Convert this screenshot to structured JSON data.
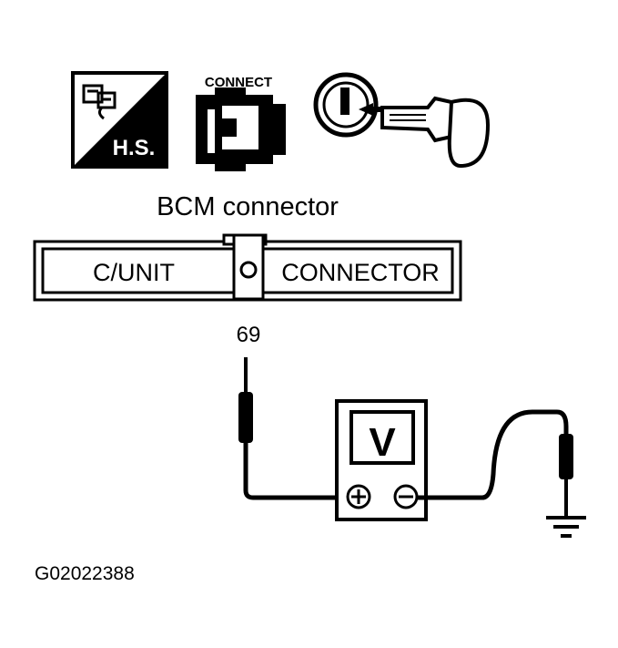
{
  "icons": {
    "harness_side_label": "H.S.",
    "connect_label": "CONNECT",
    "harness_side_icon": "harness-side-icon",
    "connector_icon": "connector-icon",
    "ignition_key_icon": "ignition-key-icon"
  },
  "connector": {
    "title": "BCM connector",
    "left_label": "C/UNIT",
    "right_label": "CONNECTOR",
    "terminal": "69"
  },
  "meter": {
    "label": "V",
    "positive": "+",
    "negative": "−"
  },
  "figure_id": "G02022388"
}
